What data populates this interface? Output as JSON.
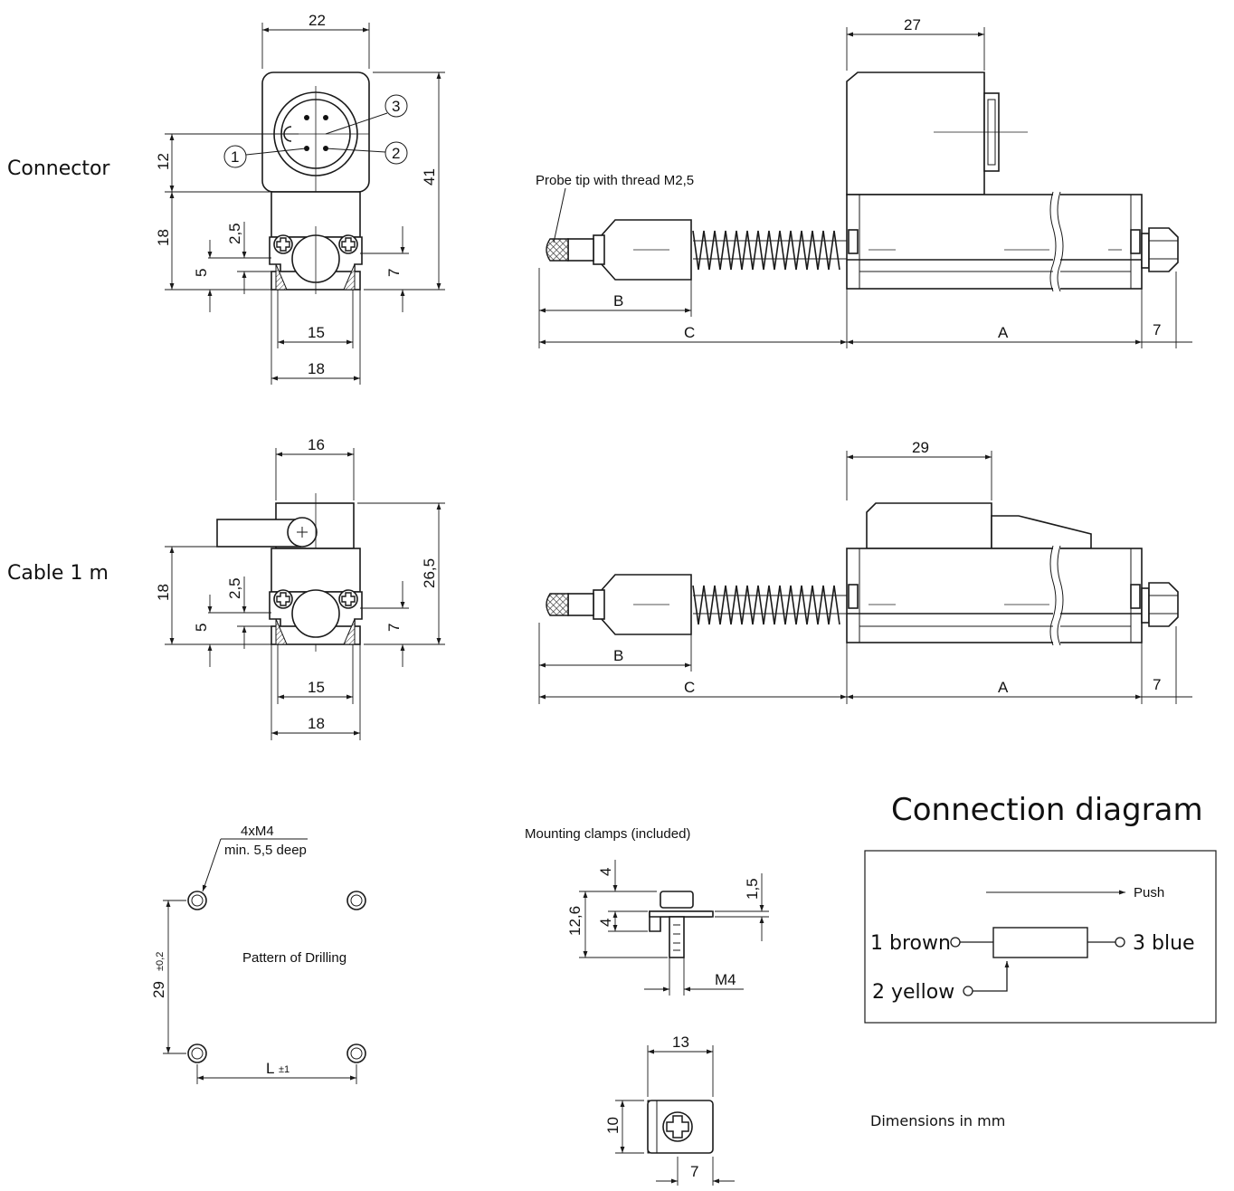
{
  "labels": {
    "connector": "Connector",
    "cable": "Cable 1 m",
    "probe_tip": "Probe tip with thread M2,5",
    "pattern": "Pattern of Drilling",
    "holes_1": "4xM4",
    "holes_2": "min. 5,5 deep",
    "clamps": "Mounting clamps (included)",
    "conn_title": "Connection diagram",
    "units": "Dimensions in mm"
  },
  "connector_view": {
    "d22": "22",
    "d12": "12",
    "d41": "41",
    "d18": "18",
    "d2_5": "2,5",
    "d5": "5",
    "d7": "7",
    "d15": "15",
    "d18b": "18",
    "pin1": "1",
    "pin2": "2",
    "pin3": "3"
  },
  "connector_side": {
    "d27": "27",
    "B": "B",
    "C": "C",
    "A": "A",
    "d7": "7"
  },
  "cable_view": {
    "d16": "16",
    "d18": "18",
    "d26_5": "26,5",
    "d2_5": "2,5",
    "d5": "5",
    "d7": "7",
    "d15": "15",
    "d18b": "18"
  },
  "cable_side": {
    "d29": "29",
    "B": "B",
    "C": "C",
    "A": "A",
    "d7": "7"
  },
  "drilling": {
    "d29": "29",
    "tol29": "±0,2",
    "L": "L",
    "tolL": "±1"
  },
  "clamp": {
    "d4a": "4",
    "d12_6": "12,6",
    "d4b": "4",
    "d1_5": "1,5",
    "M4": "M4",
    "d13": "13",
    "d10": "10",
    "d7": "7"
  },
  "diagram": {
    "push": "Push",
    "pin1": "1 brown",
    "pin3": "3 blue",
    "pin2": "2 yellow"
  }
}
